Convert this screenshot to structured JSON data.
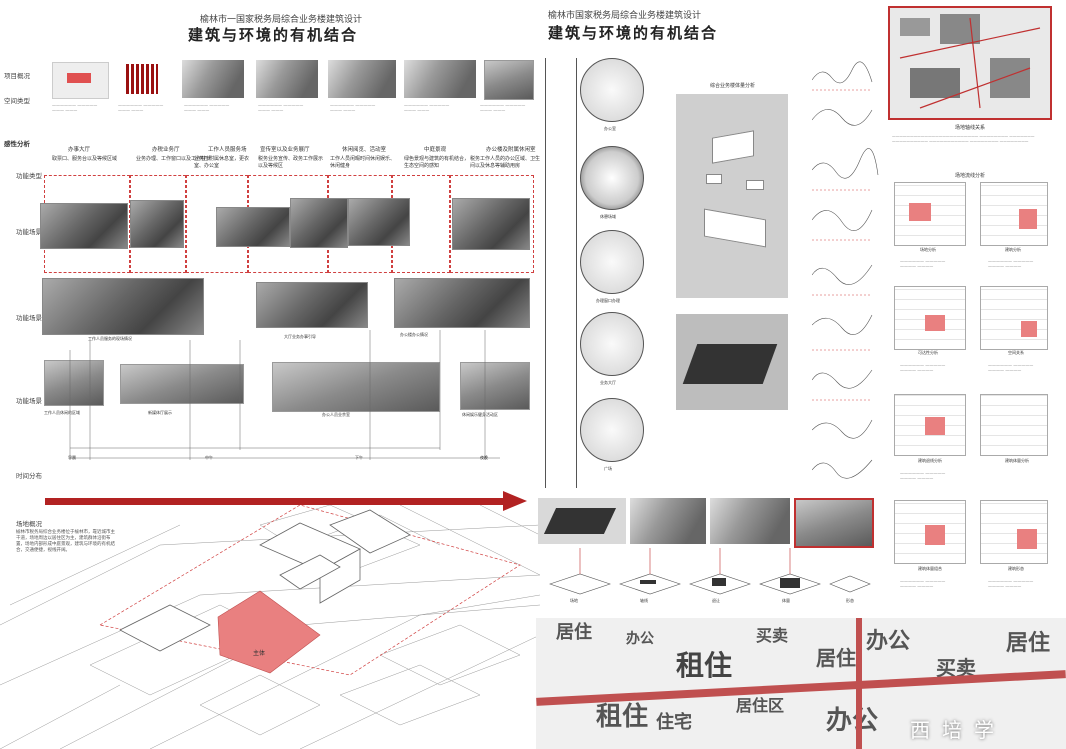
{
  "left_board": {
    "subtitle": "榆林市一国家税务局综合业务楼建筑设计",
    "title": "建筑与环境的有机结合",
    "row_labels": {
      "project_overview": "项目概况",
      "space_type": "空间类型",
      "perception_analysis": "感性分析",
      "function_type": "功能类型",
      "function_scene_1": "功能场景",
      "function_scene_2": "功能场景",
      "function_scene_3": "功能场景",
      "time_distribution": "时间分布"
    },
    "columns": [
      {
        "heading": "办事大厅",
        "desc": "取票口、服务台以及等候区域"
      },
      {
        "heading": "办税业务厅",
        "desc": "业务办理、工作窗口以及工作柱状"
      },
      {
        "heading": "工作人员服务场",
        "desc": "业务厅附属休息室，更衣室、办公室"
      },
      {
        "heading": "宣传室以及业务展厅",
        "desc": "税务业务宣传、政务工作展示以及等候区"
      },
      {
        "heading": "休闲阅览、活动室",
        "desc": "工作人员闲暇时间休闲娱乐、休闲健身"
      },
      {
        "heading": "中庭景观",
        "desc": "绿色景观与建筑的有机结合，生态空间的感知"
      },
      {
        "heading": "办公楼及附属休闲室",
        "desc": "税务工作人员的办公区域、卫生间以及休息等辅助用房"
      }
    ],
    "scene_captions": [
      "工作人员服务的现场情况",
      "大厅业务办事引导",
      "办公楼办公情况"
    ],
    "bottom_captions": [
      "工作人员休闲的区域",
      "新媒体厅展示",
      "办公人员业余室",
      "休闲娱乐健身活动区"
    ],
    "timeline_marks": [
      "早晨",
      "中午",
      "下午",
      "夜晚"
    ],
    "site_overview_label": "场地概况",
    "site_overview_text": "榆林市税务局综合业务楼位于榆林市，靠近城市主干道，场地周边以居住区为主，建筑群体沿街布置，场地内部形成中庭景观，建筑与环境的有机结合，交通便捷，视线开阔。",
    "building_label": "主体"
  },
  "right_board": {
    "subtitle": "榆林市国家税务局综合业务楼建筑设计",
    "title": "建筑与环境的有机结合",
    "circle_captions": [
      "办公室",
      "休憩场域",
      "办理窗口办理",
      "业务大厅",
      "广场"
    ],
    "model_title": "综合业务楼体量分析",
    "site_view_label": "场地轴线关系",
    "site_analysis_label": "场地流线分析",
    "diagram_captions": [
      "场地分析",
      "建筑分析",
      "可达性分析",
      "空间关系",
      "建筑退线分析",
      "建筑体量分析",
      "建筑体量组合",
      "建筑形态"
    ],
    "transformation_captions": [
      "场地",
      "轴线",
      "退让",
      "体量",
      "形态"
    ],
    "word_cloud": [
      "居住",
      "办公",
      "租住",
      "买卖",
      "居住",
      "办公",
      "租住",
      "住宅",
      "居住区",
      "办公",
      "买卖",
      "居住"
    ],
    "watermark": "西培学"
  },
  "colors": {
    "accent": "#b22222",
    "light_red": "#e98080"
  }
}
